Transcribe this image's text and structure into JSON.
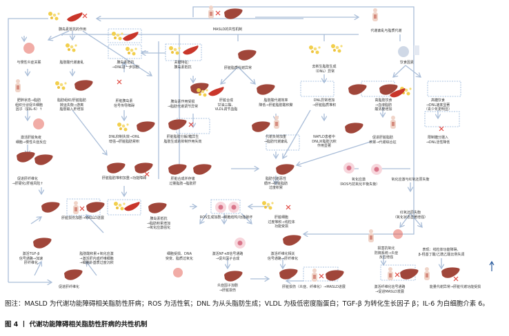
{
  "figure": {
    "nodes": {
      "top_core": "MASLD的共性机制",
      "insulin_resistance_role": "胰岛素抵抗的作用",
      "metabolic_disorder": "代谢紊乱与脂质代谢",
      "chronic_inflammation": "与慢性炎症关联",
      "fatty_acid_disorder": "脂肪酸代谢紊乱",
      "ir_dnl": "胰岛素抵抗\n→DNL进一步加剧",
      "key_feature": "关键特征：\n胰岛素抵抗",
      "hepatic_lipid_abnormal": "肝脏脂质代谢异常",
      "dnl_abnormal": "去新生脂肪生成\n（DNL）异常",
      "diet_factor": "饮食因素",
      "obesity_il6": "肥胖状态→脂肪\n组织分泌促炎细胞\n因子（如IL-6）↑",
      "adipose_lipolysis": "脂肪组织/肝脏脂肪\n转运失衡→游离\n脂肪输入肝增加",
      "liver_insulin_signal": "肝脏胰岛素\n信号传导障碍",
      "insulin_impaired": "胰岛素作用受损\n→脂肪代谢调节异常",
      "liver_synth": "肝脏合成\n甘油三酯、\nVLDL调节血脂",
      "fa_oxidation_down": "脂肪酸代谢效率\n降低→肝脏脂肪酸积聚",
      "dnl_increase": "DNL异常增加\n→肝脏脂质堆积",
      "high_fat_diet": "高脂肪饮食\n→血液脂肪\n酸浓度增加",
      "high_sugar_diet": "高糖饮食\n→DNL速率显著\n（青少年更明显）",
      "immune_activation": "激活肝脏免疫\n细胞→慢性炎症反应",
      "dnl_failure": "DNL抑制失效→DNL\n增强→肝脏脂肪累积",
      "lipolysis_failure": "肝脏脂肪分解/糖异生\n脂肪生成的抑制作用失效",
      "metabolic_load": "代谢负荷加重\n→脂肪代谢紊乱",
      "nafld_dnl": "NAFLD患者中\nDNL对脂肪沉积\n作用显著",
      "promote_lipid": "促进肝脏脂肪\n积累→代谢综合征",
      "restrict_sugar": "限制糖分摄入\n→DNL活性降低",
      "fibrosis_risk": "促进肝纤维化\n→肝硬化/肝癌风险↑",
      "fat_accum_function": "肝脏脂肪堆积加重→功能障碍",
      "store_excess": "肝脏合成并存储\n过量脂肪→脂肪肝",
      "vicious_cycle": "脂肪代谢恶性\n循环→肝脏脂肪\n过度积累",
      "oxidative_stress": "氧化应激\n（ROS与抗氧化平衡失衡）",
      "ox_redox": "氧化应激与红氧还原失衡",
      "injury_masld": "肝脏损伤加剧→MASLD进展",
      "ir_oxidative": "胰岛素抵抗\n→脂肪积累增加\n→氧化应激强化",
      "ros_damage": "ROS生成加剧→细胞结构/功能破坏",
      "hepatocyte_apoptosis": "肝脏细胞\n过度堆积→线粒体\n功能受损",
      "redox_imbalance": "红氧还原失衡\n（氧化状态显著增强）",
      "tgf_beta": "激活TGF-β\n信号通路→加速\n肝纤维化",
      "fa_stellate": "脂肪酸积累+氧化应激\n→激活肝内成纤维细胞\n→细胞外基质过度沉积",
      "cell_dna": "细胞受损、DNA\n突变、脂质过氧化",
      "nfkb": "激活NF-κB信号通路\n→促炎因子合成",
      "fibrosis_signal": "激活纤维化相关\n信号通路→肝纤维化",
      "antioxidant_defense": "损害抗氧化\n防御系统→炎症\n反应增强",
      "mito_dysfunction": "表现：线粒体功能障碍、\nβ-羟基丁酸/乙酰乙酸比例失调",
      "promote_fibrosis": "促进肝纤维化",
      "inflammation_injury": "炎症因子加剧\n→肝脏损伤",
      "liver_injury_progress": "肝脏损伤（炎症、纤维化）→MASLD进展",
      "fibrosis_signal_masld": "激活纤维化信号通路\n→促进MASLD发展",
      "energy_metabolism": "能量代谢异常→肝脏代谢功能受损"
    }
  },
  "caption": {
    "note": "图注：MASLD 为代谢功能障碍相关脂肪性肝病；ROS 为活性氧；DNL 为从头脂肪生成；VLDL 为极低密度脂蛋白；TGF-β 为转化生长因子 β；IL-6 为白细胞介素 6。",
    "title": "图 4 丨 代谢功能障碍相关脂肪性肝病的共性机制"
  },
  "colors": {
    "arrow": "#a9bdd8",
    "liver": "#a0463a",
    "fat": "#f2cf4c",
    "pancreas": "#c9362a",
    "dashed_box": "#8fb0d8",
    "cross": "#e0423a",
    "up_arrow": "#24579b"
  }
}
